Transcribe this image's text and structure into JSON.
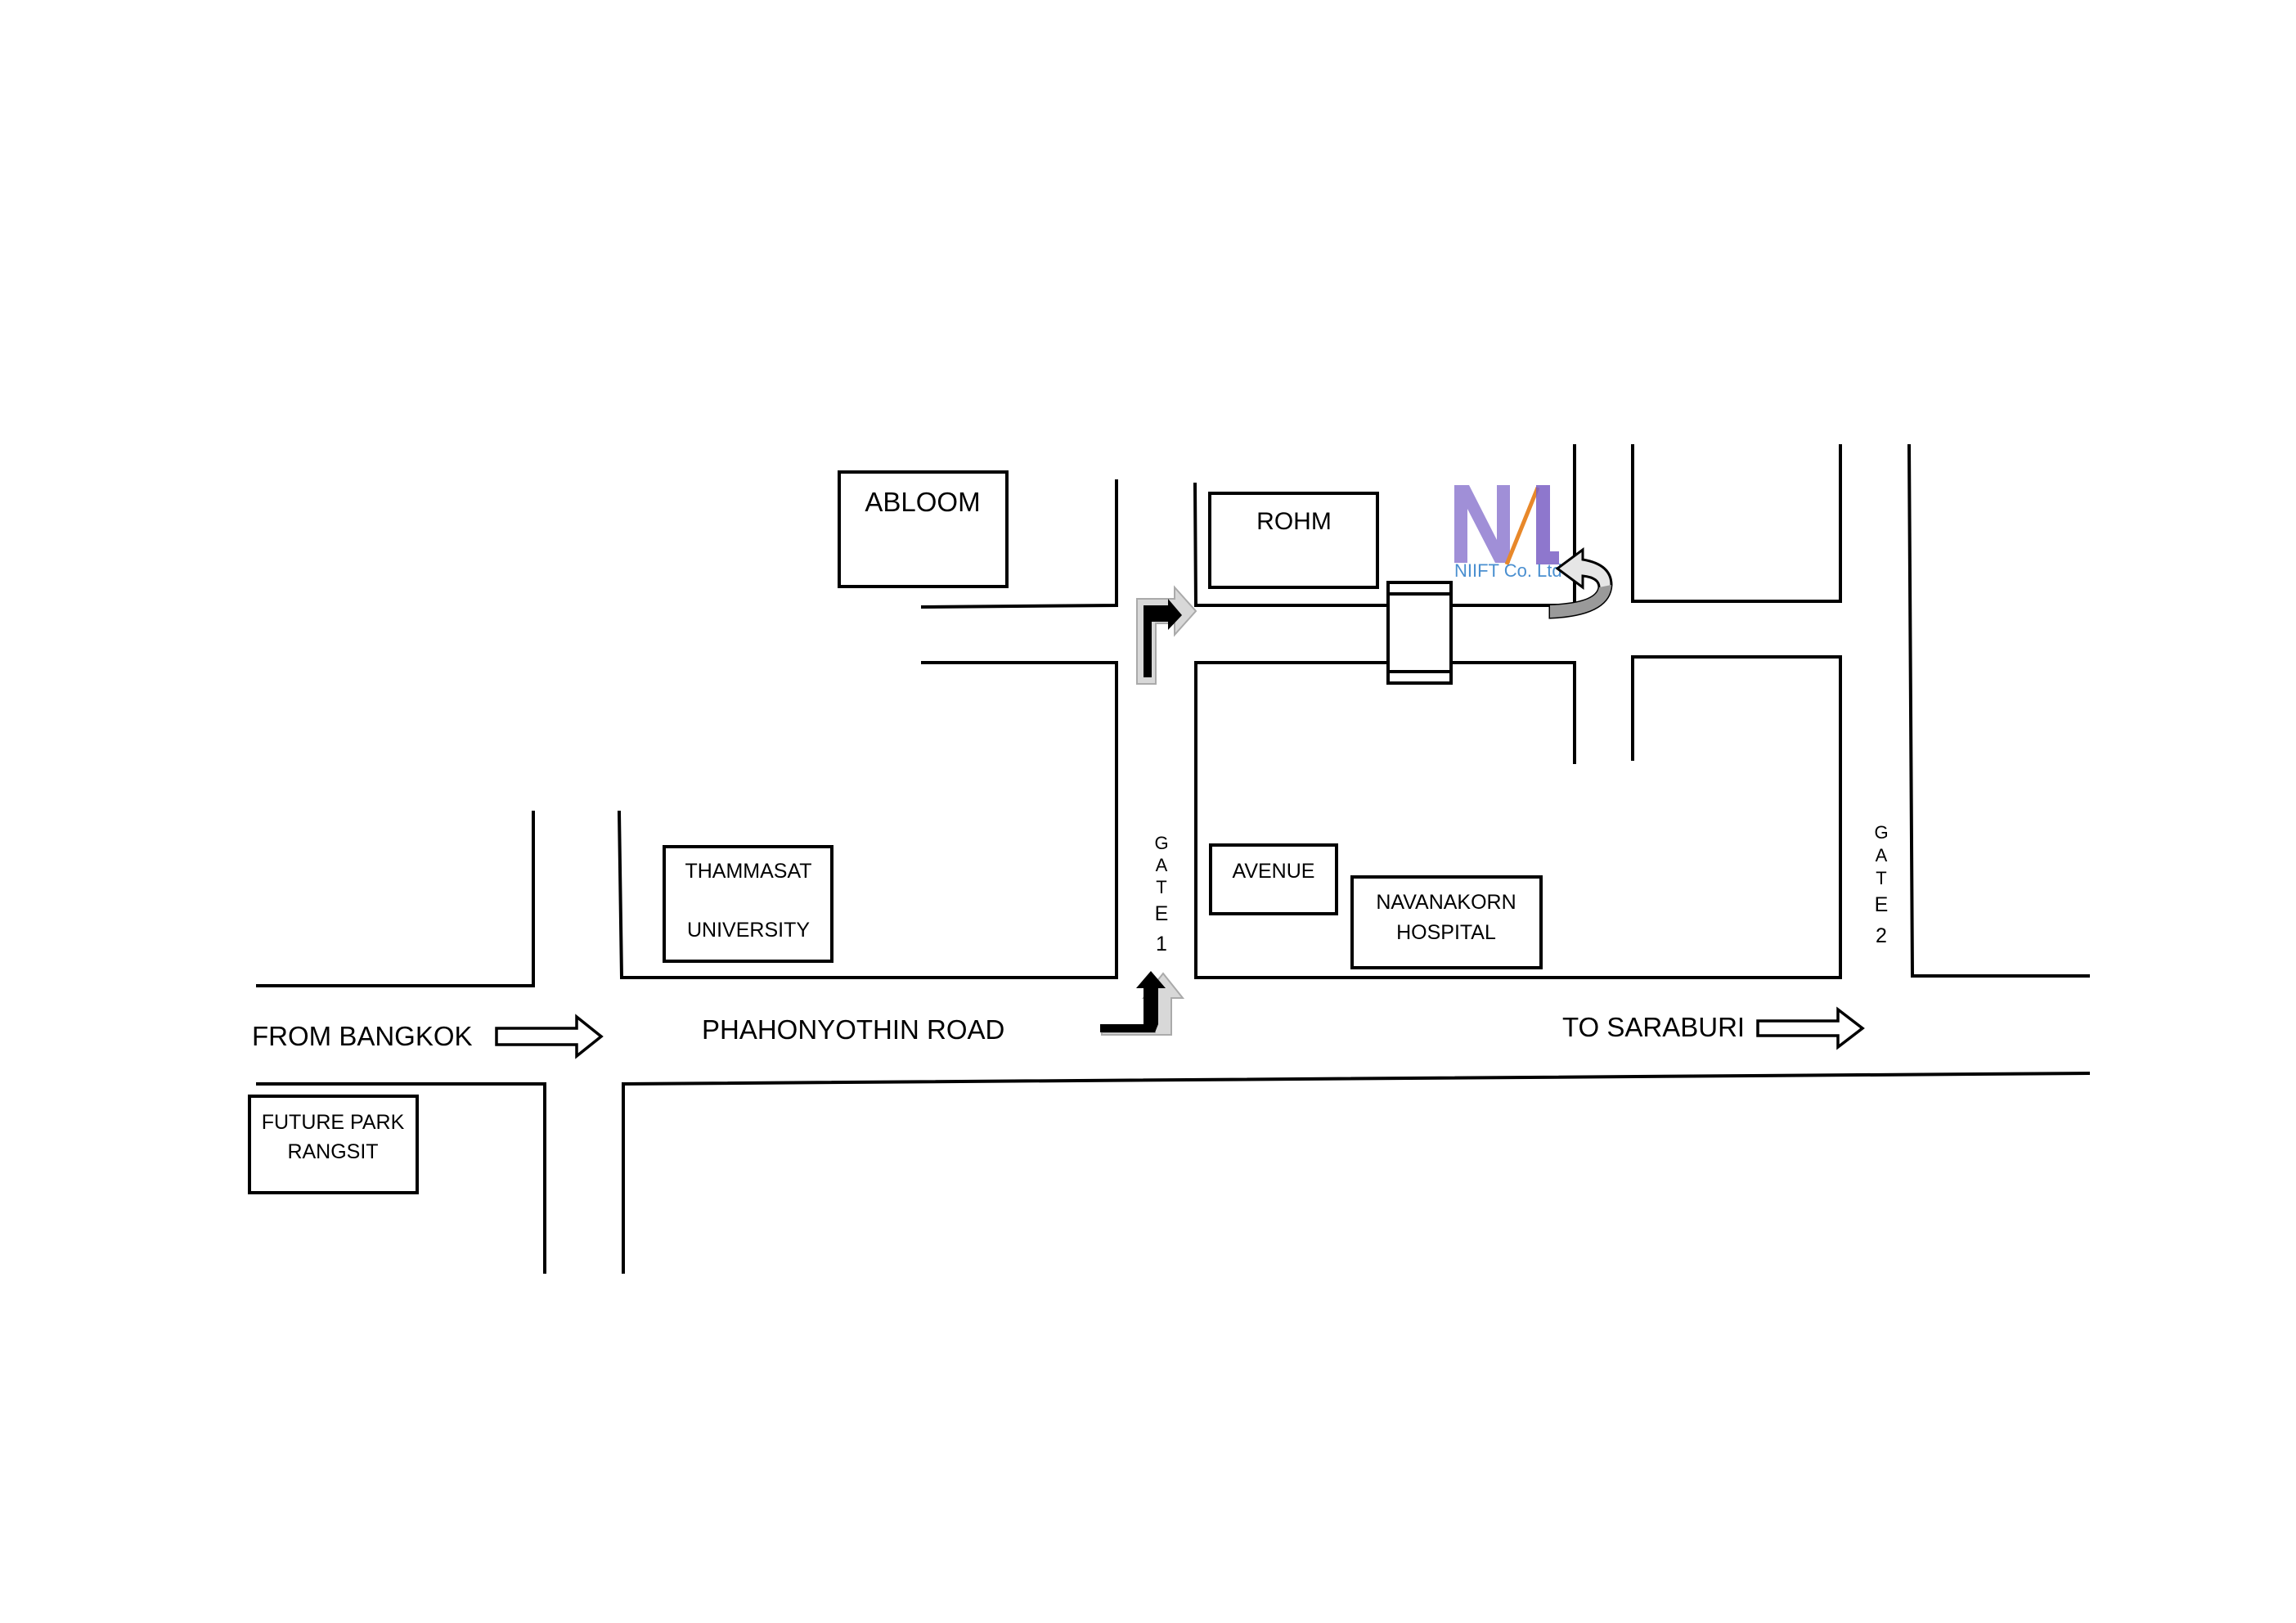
{
  "map": {
    "roads": {
      "main": "PHAHONYOTHIN ROAD",
      "from": "FROM BANGKOK",
      "to": "TO SARABURI"
    },
    "landmarks": {
      "abloom": "ABLOOM",
      "rohm": "ROHM",
      "thammasat": [
        "THAMMASAT",
        "UNIVERSITY"
      ],
      "avenue": "AVENUE",
      "navanakorn": [
        "NAVANAKORN",
        "HOSPITAL"
      ],
      "future_park": [
        "FUTURE PARK",
        "RANGSIT"
      ]
    },
    "gates": {
      "gate1": [
        "G",
        "A",
        "T",
        "E",
        "1"
      ],
      "gate2": [
        "G",
        "A",
        "T",
        "E",
        "2"
      ]
    },
    "logo": {
      "letters": "NL",
      "company": "NIIFT Co. Ltd",
      "colors": {
        "n": "#8f7bd0",
        "l": "#7a5fc4",
        "swoosh": "#e8882a",
        "text": "#4a8fd0"
      }
    },
    "icons": [
      "arrow-right-icon",
      "turn-right-icon",
      "u-turn-icon"
    ]
  }
}
